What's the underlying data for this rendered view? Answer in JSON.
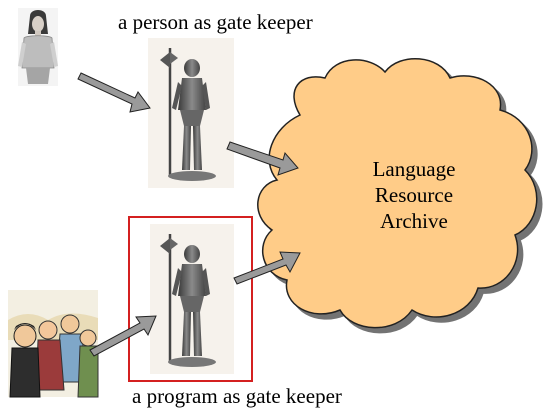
{
  "captions": {
    "top": "a person as gate keeper",
    "bottom": "a program as gate keeper"
  },
  "archive": {
    "lines": [
      "Language",
      "Resource",
      "Archive"
    ]
  },
  "icons": {
    "woman": "woman-figure-icon",
    "knight": "armored-knight-statue-icon",
    "group": "group-of-people-cartoon-icon",
    "arrow": "right-arrow-icon",
    "cloud": "cloud-shape"
  },
  "colors": {
    "cloud_fill": "#FFCC88",
    "cloud_stroke": "#222222",
    "arrow_fill": "#9a9a9a",
    "program_frame": "#d42020"
  }
}
